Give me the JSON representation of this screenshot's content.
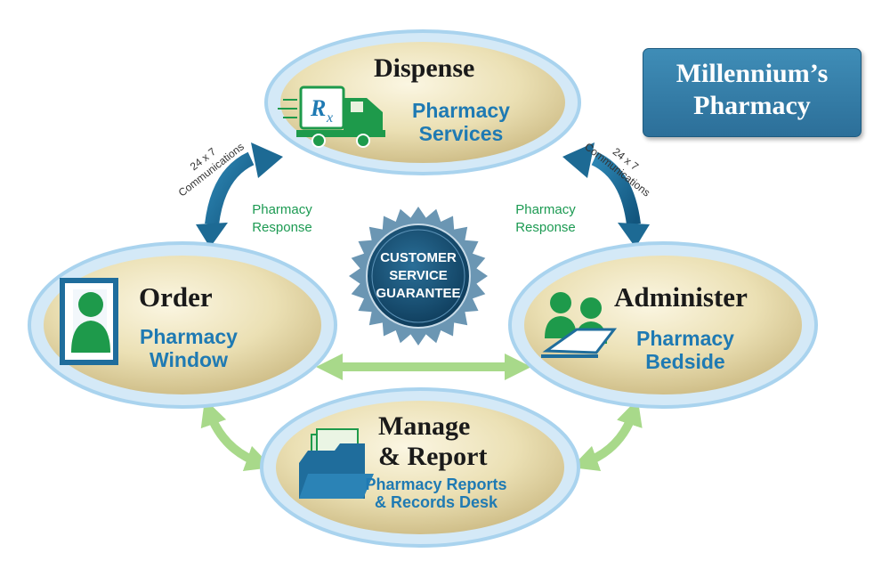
{
  "brand": {
    "line1": "Millennium’s",
    "line2": "Pharmacy"
  },
  "center_seal": {
    "line1": "CUSTOMER",
    "line2": "SERVICE",
    "line3": "GUARANTEE"
  },
  "nodes": {
    "dispense": {
      "title": "Dispense",
      "sub_line1": "Pharmacy",
      "sub_line2": "Services",
      "icon": "rx-truck-icon"
    },
    "order": {
      "title": "Order",
      "sub_line1": "Pharmacy",
      "sub_line2": "Window",
      "icon": "person-window-icon"
    },
    "administer": {
      "title": "Administer",
      "sub_line1": "Pharmacy",
      "sub_line2": "Bedside",
      "icon": "patient-bedside-icon"
    },
    "manage": {
      "title_line1": "Manage",
      "title_line2": "& Report",
      "sub_line1": "Pharmacy Reports",
      "sub_line2": "& Records Desk",
      "icon": "folder-icon"
    }
  },
  "links": {
    "left_response": {
      "line1": "Pharmacy",
      "line2": "Response"
    },
    "right_response": {
      "line1": "Pharmacy",
      "line2": "Response"
    },
    "left_comm": {
      "line1": "24 x 7",
      "line2": "Communications"
    },
    "right_comm": {
      "line1": "24 x 7",
      "line2": "Communications"
    }
  },
  "colors": {
    "navy_arrow": "#1d6a94",
    "light_arrow": "#a8d98a",
    "oval_fill": "#e3d7a5",
    "oval_ring": "#a9d3ee",
    "accent_blue": "#1f7ab3",
    "accent_green": "#1c9a52",
    "icon_green": "#1e9a4b"
  }
}
